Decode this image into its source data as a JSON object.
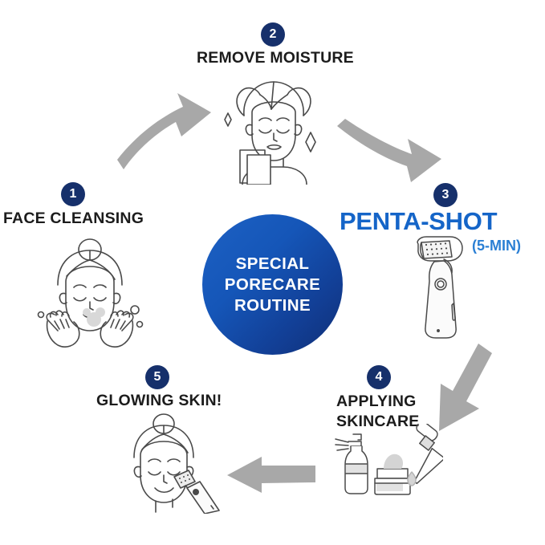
{
  "title": "Special Porecare Routine Infographic",
  "center": {
    "name": "center-hub",
    "lines": [
      "SPECIAL",
      "PORECARE",
      "ROUTINE"
    ],
    "background_start": "#1d61c4",
    "background_end": "#0f2f76",
    "text_color": "#ffffff"
  },
  "colors": {
    "badge": "#16306b",
    "label": "#1c1c1c",
    "accent_blue": "#1565c8",
    "accent_blue_light": "#2a7fd4",
    "arrow_gray": "#a8a8a8",
    "line_art": "#4a4a4a",
    "background": "#ffffff"
  },
  "steps": [
    {
      "number": "1",
      "label": "FACE CLEANSING",
      "icon": "woman-washing-face-icon",
      "position": "left"
    },
    {
      "number": "2",
      "label": "REMOVE MOISTURE",
      "icon": "woman-towel-hair-icon",
      "position": "top"
    },
    {
      "number": "3",
      "label": "PENTA-SHOT",
      "sublabel": "(5-MIN)",
      "icon": "derma-roller-device-icon",
      "position": "right",
      "highlight": true
    },
    {
      "number": "4",
      "label": "APPLYING SKINCARE",
      "label_line_1": "APPLYING",
      "label_line_2": "SKINCARE",
      "icon": "skincare-products-icon",
      "position": "bottom-right"
    },
    {
      "number": "5",
      "label": "GLOWING SKIN!",
      "icon": "woman-using-device-icon",
      "position": "bottom-left"
    }
  ],
  "arrows": [
    {
      "name": "arrow-step1-to-step2",
      "direction": "up-right",
      "color": "#a8a8a8"
    },
    {
      "name": "arrow-step2-to-step3",
      "direction": "down-right",
      "color": "#a8a8a8"
    },
    {
      "name": "arrow-step3-to-step4",
      "direction": "down-left",
      "color": "#a8a8a8"
    },
    {
      "name": "arrow-step4-to-step5",
      "direction": "left",
      "color": "#a8a8a8"
    }
  ]
}
